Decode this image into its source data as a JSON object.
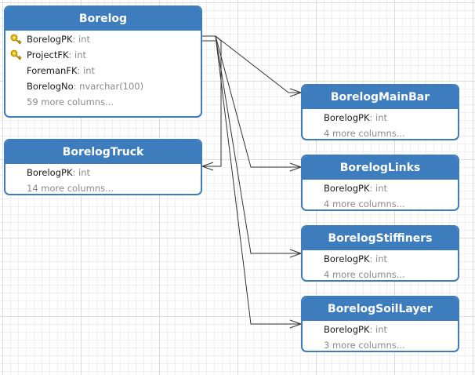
{
  "tables": [
    {
      "id": "borelog",
      "title": "Borelog",
      "columns": [
        {
          "name": "BorelogPK",
          "type": ": int",
          "key": true
        },
        {
          "name": "ProjectFK",
          "type": ": int",
          "key": true
        },
        {
          "name": "ForemanFK",
          "type": ": int",
          "key": false
        },
        {
          "name": "BorelogNo",
          "type": ": nvarchar(100)",
          "key": false
        }
      ],
      "more": "59 more columns..."
    },
    {
      "id": "borelog-truck",
      "title": "BorelogTruck",
      "columns": [
        {
          "name": "BorelogPK",
          "type": ": int",
          "key": false
        }
      ],
      "more": "14 more columns..."
    },
    {
      "id": "borelog-main-bar",
      "title": "BorelogMainBar",
      "columns": [
        {
          "name": "BorelogPK",
          "type": ": int",
          "key": false
        }
      ],
      "more": "4 more columns..."
    },
    {
      "id": "borelog-links",
      "title": "BorelogLinks",
      "columns": [
        {
          "name": "BorelogPK",
          "type": ": int",
          "key": false
        }
      ],
      "more": "4 more columns..."
    },
    {
      "id": "borelog-stiffiners",
      "title": "BorelogStiffiners",
      "columns": [
        {
          "name": "BorelogPK",
          "type": ": int",
          "key": false
        }
      ],
      "more": "4 more columns..."
    },
    {
      "id": "borelog-soil-layer",
      "title": "BorelogSoilLayer",
      "columns": [
        {
          "name": "BorelogPK",
          "type": ": int",
          "key": false
        }
      ],
      "more": "3 more columns..."
    }
  ],
  "relationships": [
    {
      "from": "Borelog",
      "to": "BorelogTruck",
      "cardinality": "one-to-many"
    },
    {
      "from": "Borelog",
      "to": "BorelogMainBar",
      "cardinality": "one-to-many"
    },
    {
      "from": "Borelog",
      "to": "BorelogLinks",
      "cardinality": "one-to-many"
    },
    {
      "from": "Borelog",
      "to": "BorelogStiffiners",
      "cardinality": "one-to-many"
    },
    {
      "from": "Borelog",
      "to": "BorelogSoilLayer",
      "cardinality": "one-to-many"
    }
  ],
  "colors": {
    "header": "#3d7dbd",
    "border": "#3d7dbd",
    "key_icon": "#e8b800",
    "connector": "#333333",
    "type_text": "#8a8a8a",
    "grid": "#dcdcdc"
  }
}
